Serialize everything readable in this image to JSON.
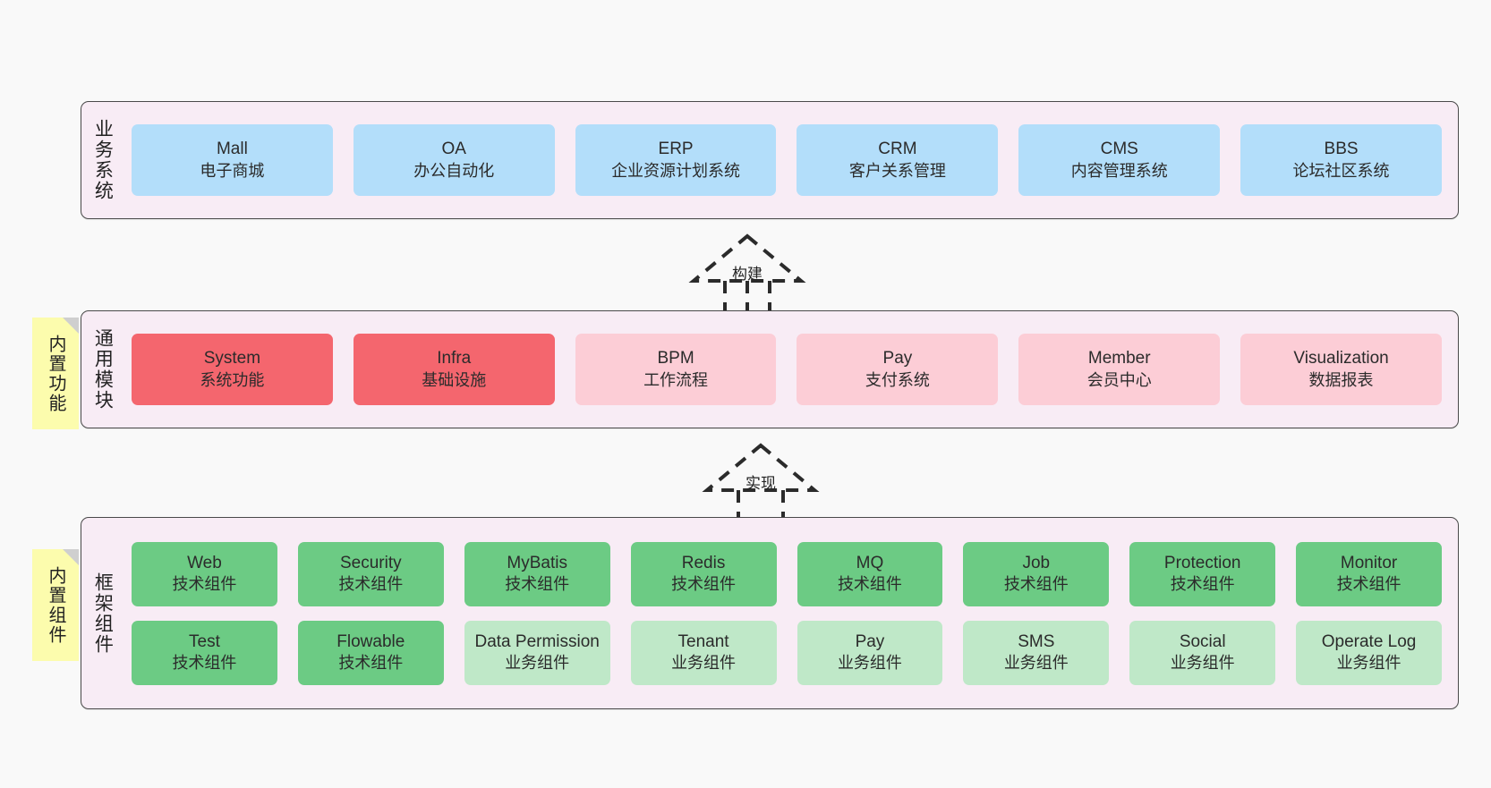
{
  "diagram": {
    "background_color": "#f9f9f9",
    "layer_background": "#f8ecf5"
  },
  "layers": [
    {
      "id": "business-system",
      "title": "业务系统",
      "cards": [
        {
          "en": "Mall",
          "cn": "电子商城",
          "color": "#b3defa"
        },
        {
          "en": "OA",
          "cn": "办公自动化",
          "color": "#b3defa"
        },
        {
          "en": "ERP",
          "cn": "企业资源计划系统",
          "color": "#b3defa"
        },
        {
          "en": "CRM",
          "cn": "客户关系管理",
          "color": "#b3defa"
        },
        {
          "en": "CMS",
          "cn": "内容管理系统",
          "color": "#b3defa"
        },
        {
          "en": "BBS",
          "cn": "论坛社区系统",
          "color": "#b3defa"
        }
      ]
    },
    {
      "id": "common-module",
      "title": "通用模块",
      "note": "内置功能",
      "cards": [
        {
          "en": "System",
          "cn": "系统功能",
          "color": "#f4666e"
        },
        {
          "en": "Infra",
          "cn": "基础设施",
          "color": "#f4666e"
        },
        {
          "en": "BPM",
          "cn": "工作流程",
          "color": "#fccdd6"
        },
        {
          "en": "Pay",
          "cn": "支付系统",
          "color": "#fccdd6"
        },
        {
          "en": "Member",
          "cn": "会员中心",
          "color": "#fccdd6"
        },
        {
          "en": "Visualization",
          "cn": "数据报表",
          "color": "#fccdd6"
        }
      ]
    },
    {
      "id": "framework-component",
      "title": "框架组件",
      "note": "内置组件",
      "rows": [
        [
          {
            "en": "Web",
            "cn": "技术组件",
            "color": "#6ccb84"
          },
          {
            "en": "Security",
            "cn": "技术组件",
            "color": "#6ccb84"
          },
          {
            "en": "MyBatis",
            "cn": "技术组件",
            "color": "#6ccb84"
          },
          {
            "en": "Redis",
            "cn": "技术组件",
            "color": "#6ccb84"
          },
          {
            "en": "MQ",
            "cn": "技术组件",
            "color": "#6ccb84"
          },
          {
            "en": "Job",
            "cn": "技术组件",
            "color": "#6ccb84"
          },
          {
            "en": "Protection",
            "cn": "技术组件",
            "color": "#6ccb84"
          },
          {
            "en": "Monitor",
            "cn": "技术组件",
            "color": "#6ccb84"
          }
        ],
        [
          {
            "en": "Test",
            "cn": "技术组件",
            "color": "#6ccb84"
          },
          {
            "en": "Flowable",
            "cn": "技术组件",
            "color": "#6ccb84"
          },
          {
            "en": "Data Permission",
            "cn": "业务组件",
            "color": "#bfe8c8"
          },
          {
            "en": "Tenant",
            "cn": "业务组件",
            "color": "#bfe8c8"
          },
          {
            "en": "Pay",
            "cn": "业务组件",
            "color": "#bfe8c8"
          },
          {
            "en": "SMS",
            "cn": "业务组件",
            "color": "#bfe8c8"
          },
          {
            "en": "Social",
            "cn": "业务组件",
            "color": "#bfe8c8"
          },
          {
            "en": "Operate Log",
            "cn": "业务组件",
            "color": "#bfe8c8"
          }
        ]
      ]
    }
  ],
  "connectors": [
    {
      "id": "build",
      "label": "构建",
      "style": "dashed-hollow-triangle-up"
    },
    {
      "id": "implement",
      "label": "实现",
      "style": "dashed-hollow-triangle-up"
    }
  ]
}
